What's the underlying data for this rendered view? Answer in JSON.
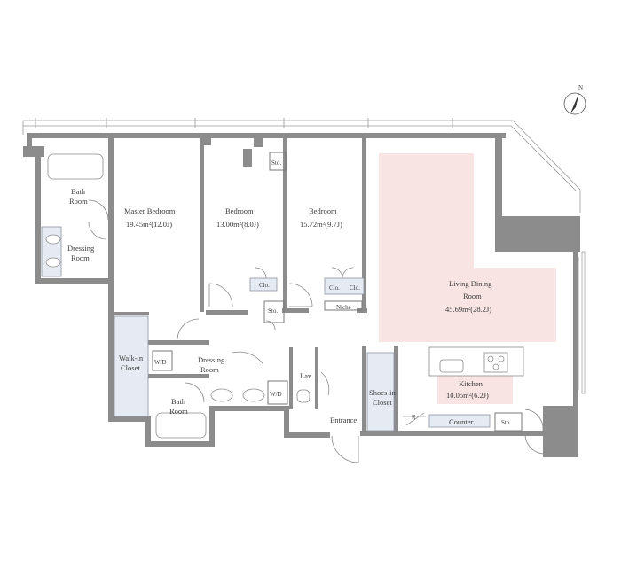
{
  "compass": {
    "north_label": "N"
  },
  "rooms": {
    "master_bedroom": {
      "name": "Master Bedroom",
      "area": "19.45m²(12.0J)"
    },
    "bedroom_2": {
      "name": "Bedroom",
      "area": "13.00m²(8.0J)"
    },
    "bedroom_3": {
      "name": "Bedroom",
      "area": "15.72m²(9.7J)"
    },
    "living_dining": {
      "name_line1": "Living Dining",
      "name_line2": "Room",
      "area": "45.69m²(28.2J)"
    },
    "kitchen": {
      "name": "Kitchen",
      "area": "10.05m²(6.2J)"
    },
    "bath_top": {
      "line1": "Bath",
      "line2": "Room"
    },
    "dressing_top": {
      "line1": "Dressing",
      "line2": "Room"
    },
    "bath_bottom": {
      "line1": "Bath",
      "line2": "Room"
    },
    "dressing_bottom": {
      "line1": "Dressing",
      "line2": "Room"
    },
    "walk_in_closet": {
      "line1": "Walk-in",
      "line2": "Closet"
    },
    "shoes_in_closet": {
      "line1": "Shoes-in",
      "line2": "Closet"
    },
    "entrance": "Entrance",
    "lav": "Lav.",
    "niche": "Niche",
    "counter": "Counter",
    "wd_left": "W/D",
    "wd_right": "W/D",
    "r_mark": "R",
    "clo_b2": "Clo.",
    "clo_b3a": "Clo.",
    "clo_b3b": "Clo.",
    "sto_top": "Sto.",
    "sto_mid": "Sto.",
    "sto_kitchen": "Sto."
  }
}
